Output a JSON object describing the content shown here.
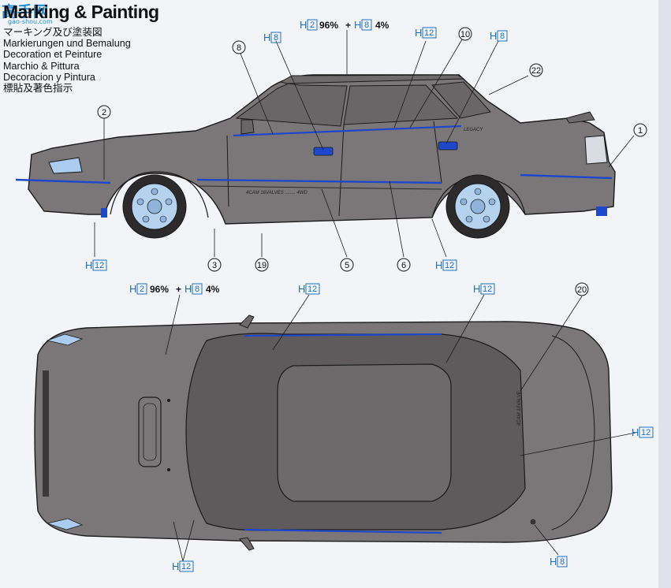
{
  "title": "Marking & Painting",
  "subtitles": [
    "マーキング及び塗装図",
    "Markierungen und Bemalung",
    "Decoration et Peinture",
    "Marchio & Pittura",
    "Decoracion y Pintura",
    "標貼及著色指示"
  ],
  "watermark": {
    "main": "高手网",
    "sub": "gao-shou.com"
  },
  "mix": {
    "a_letter": "H",
    "a_num": "2",
    "a_pct": "96%",
    "plus": "+",
    "b_letter": "H",
    "b_num": "8",
    "b_pct": "4%"
  },
  "side_codes": [
    {
      "letter": "H",
      "num": "8"
    },
    {
      "letter": "H",
      "num": "12"
    },
    {
      "letter": "H",
      "num": "8"
    },
    {
      "letter": "H",
      "num": "12"
    },
    {
      "letter": "H",
      "num": "12"
    }
  ],
  "top_codes": [
    {
      "letter": "H",
      "num": "12"
    },
    {
      "letter": "H",
      "num": "12"
    },
    {
      "letter": "H",
      "num": "12"
    },
    {
      "letter": "H",
      "num": "12"
    },
    {
      "letter": "H",
      "num": "8"
    }
  ],
  "callouts": [
    "8",
    "10",
    "22",
    "2",
    "1",
    "3",
    "19",
    "5",
    "6",
    "20"
  ],
  "decals": {
    "side_text": "4CAM 16VALVES ........ 4WD",
    "top_text": "4CAM 16VALVE",
    "badge": "LEGACY"
  },
  "colors": {
    "body": "#7b7779",
    "body_dark": "#5f5b5d",
    "roof": "#6e6a6c",
    "stripe": "#1e47c9",
    "wheel": "#b5d2ef",
    "light_blue": "#a9ccf0",
    "code": "#1f6fc2",
    "outline": "#1b1b1b"
  }
}
